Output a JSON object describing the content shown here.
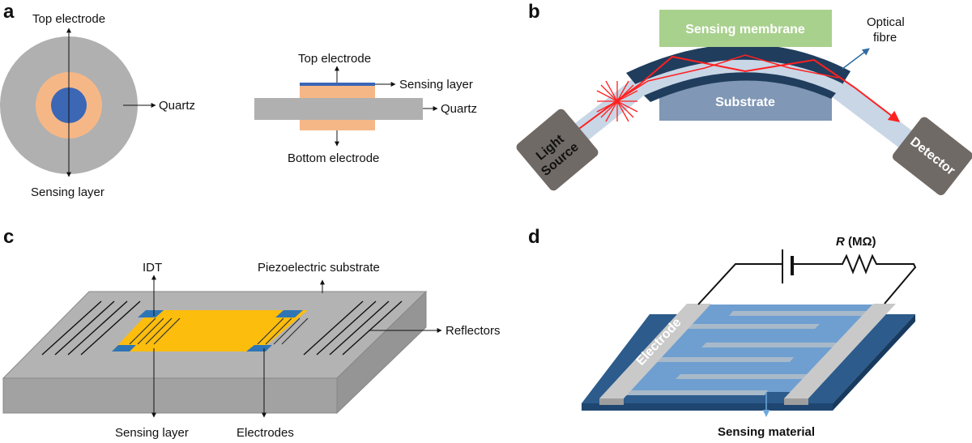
{
  "panel_a": {
    "letter": "a",
    "top_electrode": "Top electrode",
    "quartz_left": "Quartz",
    "sensing_layer_bottom": "Sensing layer",
    "top_electrode_side": "Top electrode",
    "sensing_layer_side": "Sensing layer",
    "quartz_right": "Quartz",
    "bottom_electrode": "Bottom electrode"
  },
  "panel_b": {
    "letter": "b",
    "sensing_membrane": "Sensing membrane",
    "substrate": "Substrate",
    "optical_fibre_line1": "Optical",
    "optical_fibre_line2": "fibre",
    "light_line1": "Light",
    "light_line2": "Source",
    "detector": "Detector"
  },
  "panel_c": {
    "letter": "c",
    "idt": "IDT",
    "piezo_substrate": "Piezoelectric substrate",
    "reflectors": "Reflectors",
    "sensing_layer": "Sensing layer",
    "electrodes": "Electrodes"
  },
  "panel_d": {
    "letter": "d",
    "resistance_symbol": "R",
    "resistance_unit": " (MΩ)",
    "electrode": "Electrode",
    "sensing_material": "Sensing material"
  },
  "colors": {
    "disc_grey": "#b0b0b0",
    "electrode_orange": "#f6b787",
    "sensing_blue": "#3b67b4",
    "membrane_green": "#a9d18e",
    "substrate_blue": "#8097b5",
    "fibre_light": "#c8d6e6",
    "fibre_dark": "#203d5d",
    "laser_red": "#ff2020",
    "source_grey": "#706a66",
    "detector_green": "#92d050",
    "idt_gold": "#fdbd0d",
    "electrode_pad_blue": "#2e75b6",
    "board_blue": "#2c5b8c",
    "material_blue": "#6f9fd0"
  }
}
